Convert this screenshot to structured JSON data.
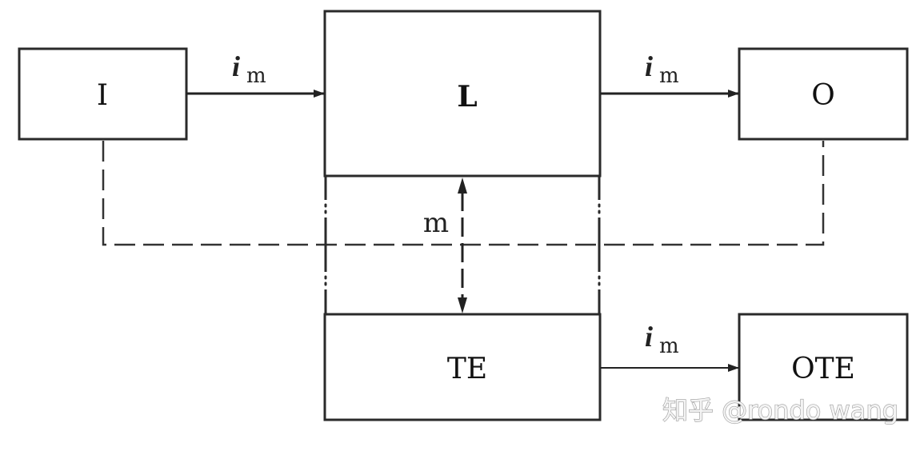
{
  "diagram": {
    "boxes": {
      "input": {
        "label": "I"
      },
      "logic": {
        "label": "L"
      },
      "output": {
        "label": "O"
      },
      "test_env": {
        "label": "TE"
      },
      "output_test_env": {
        "label": "OTE"
      }
    },
    "flows": {
      "i_to_l": {
        "symbol": "i",
        "subscript": "m"
      },
      "l_to_o": {
        "symbol": "i",
        "subscript": "m"
      },
      "te_to_ote": {
        "symbol": "i",
        "subscript": "m"
      }
    },
    "separation": {
      "label": "m"
    },
    "colors": {
      "stroke": "#2a2a2a",
      "background": "#ffffff",
      "watermark": "#9a9a9a"
    }
  },
  "watermark": {
    "text": "知乎 @rondo wang"
  }
}
